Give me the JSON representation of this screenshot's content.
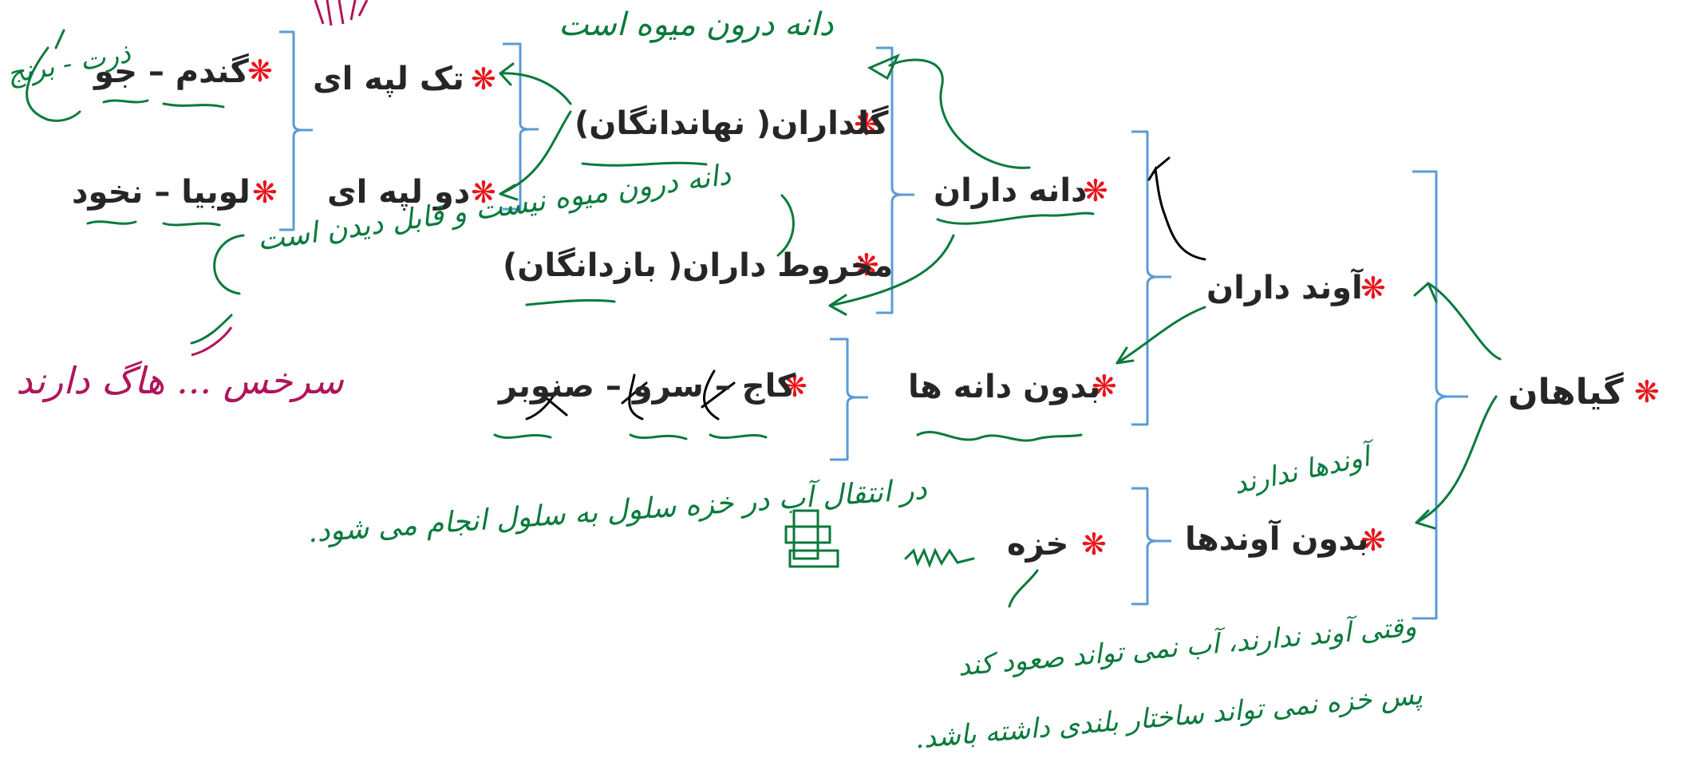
{
  "colors": {
    "brace": "#5b9bd5",
    "star": "#e8141b",
    "ink_green": "#0a7a3c",
    "ink_black": "#000000",
    "ink_purple": "#2a1aa8",
    "ink_magenta": "#b0155a"
  },
  "nodes": {
    "root": "گیاهان",
    "vascular": "آوند داران",
    "nonvascular": "بدون آوندها",
    "moss": "خزه",
    "seed": "دانه داران",
    "seedless": "بدون دانه ها",
    "seedless_examples": "کاج – سرو – صنوبر",
    "angiosperms": "گلداران( نهاندانگان)",
    "gymnosperms": "مخروط داران( بازدانگان)",
    "monocot": "تک لپه ای",
    "dicot": "دو لپه ای",
    "monocot_examples": "گندم – جو",
    "dicot_examples": "لوبیا – نخود"
  },
  "handwriting": {
    "seed_in_fruit": "دانه درون میوه است",
    "seed_in_fruit_visible": "دانه درون میوه نیست و قابل دیدن است",
    "ferns_have": "سرخس ... هاگ دارند",
    "water_transport": "در انتقال آب در خزه سلول به سلول انجام می شود.",
    "no_vessels": "آوندها ندارند",
    "no_vessels_note": "وقتی آوند ندارند، آب نمی تواند صعود کند پس خزه نمی تواند ساختار بلندی داشته باشد.",
    "corn_rice": "ذرت - برنج"
  }
}
